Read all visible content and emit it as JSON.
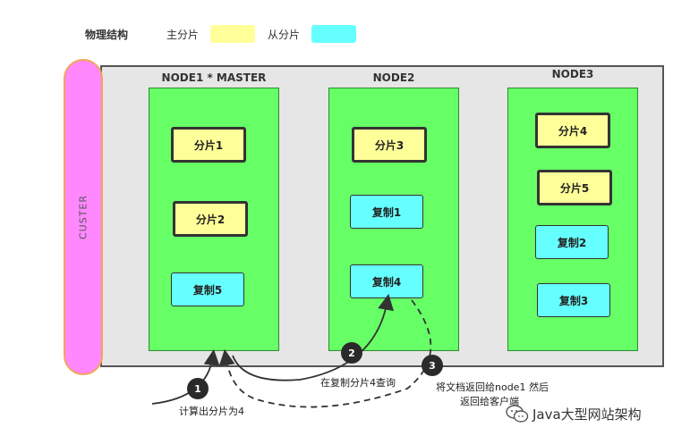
{
  "legend": {
    "title": "物理结构",
    "primary_label": "主分片",
    "replica_label": "从分片"
  },
  "colors": {
    "primary_fill": "#ffff99",
    "replica_fill": "#66ffff",
    "node_fill": "#66ff66",
    "cluster_fill": "#e6e6e6",
    "cluster_pill": "#ff88ff"
  },
  "cluster": {
    "label": "CUSTER"
  },
  "nodes": [
    {
      "title": "NODE1 * MASTER",
      "shards": [
        {
          "label": "分片1",
          "kind": "primary"
        },
        {
          "label": "分片2",
          "kind": "primary"
        },
        {
          "label": "复制5",
          "kind": "replica"
        }
      ]
    },
    {
      "title": "NODE2",
      "shards": [
        {
          "label": "分片3",
          "kind": "primary"
        },
        {
          "label": "复制1",
          "kind": "replica"
        },
        {
          "label": "复制4",
          "kind": "replica"
        }
      ]
    },
    {
      "title": "NODE3",
      "shards": [
        {
          "label": "分片4",
          "kind": "primary"
        },
        {
          "label": "分片5",
          "kind": "primary"
        },
        {
          "label": "复制2",
          "kind": "replica"
        },
        {
          "label": "复制3",
          "kind": "replica"
        }
      ]
    }
  ],
  "steps": [
    {
      "number": "1",
      "text": "计算出分片为4"
    },
    {
      "number": "2",
      "text": "在复制分片4查询"
    },
    {
      "number": "3",
      "text": "将文档返回给node1 然后",
      "text2": "返回给客户端"
    }
  ],
  "watermark": {
    "icon": "wechat-icon",
    "text": "Java大型网站架构"
  }
}
